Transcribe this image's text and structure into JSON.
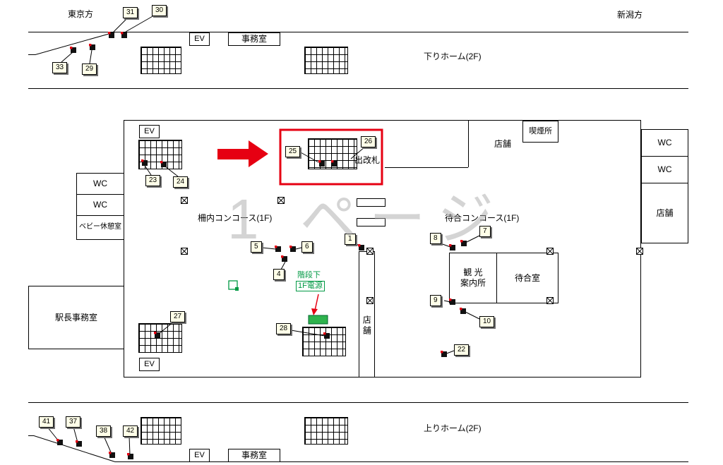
{
  "watermark": "1 ページ",
  "colors": {
    "highlight_red": "#e60012",
    "annotation_green": "#009944",
    "tag_bg": "#ffffe8"
  },
  "top": {
    "dir_left": "東京方",
    "dir_right": "新潟方",
    "platform": "下りホーム(2F)",
    "ev": "EV",
    "office": "事務室"
  },
  "middle": {
    "ev_top": "EV",
    "ev_bottom": "EV",
    "smoking": "喫煙所",
    "shop_top": "店舗",
    "gate": "出改札",
    "wc_right_1": "WC",
    "wc_right_2": "WC",
    "shop_right": "店舗",
    "wc_left_1": "WC",
    "wc_left_2": "WC",
    "baby_room": "ベビー休憩室",
    "master_office": "駅長事務室",
    "concourse_inner": "柵内コンコース(1F)",
    "concourse_waiting": "待合コンコース(1F)",
    "info_line1": "観 光",
    "info_line2": "案内所",
    "waiting_room": "待合室",
    "shop_vertical": "店舗",
    "stairs_note": "階段下",
    "power_note": "1F電源"
  },
  "bottom": {
    "platform": "上りホーム(2F)",
    "ev": "EV",
    "office": "事務室"
  },
  "tags": [
    "31",
    "30",
    "33",
    "29",
    "23",
    "24",
    "25",
    "26",
    "5",
    "6",
    "4",
    "1",
    "8",
    "7",
    "9",
    "10",
    "22",
    "27",
    "28",
    "41",
    "37",
    "38",
    "42"
  ]
}
